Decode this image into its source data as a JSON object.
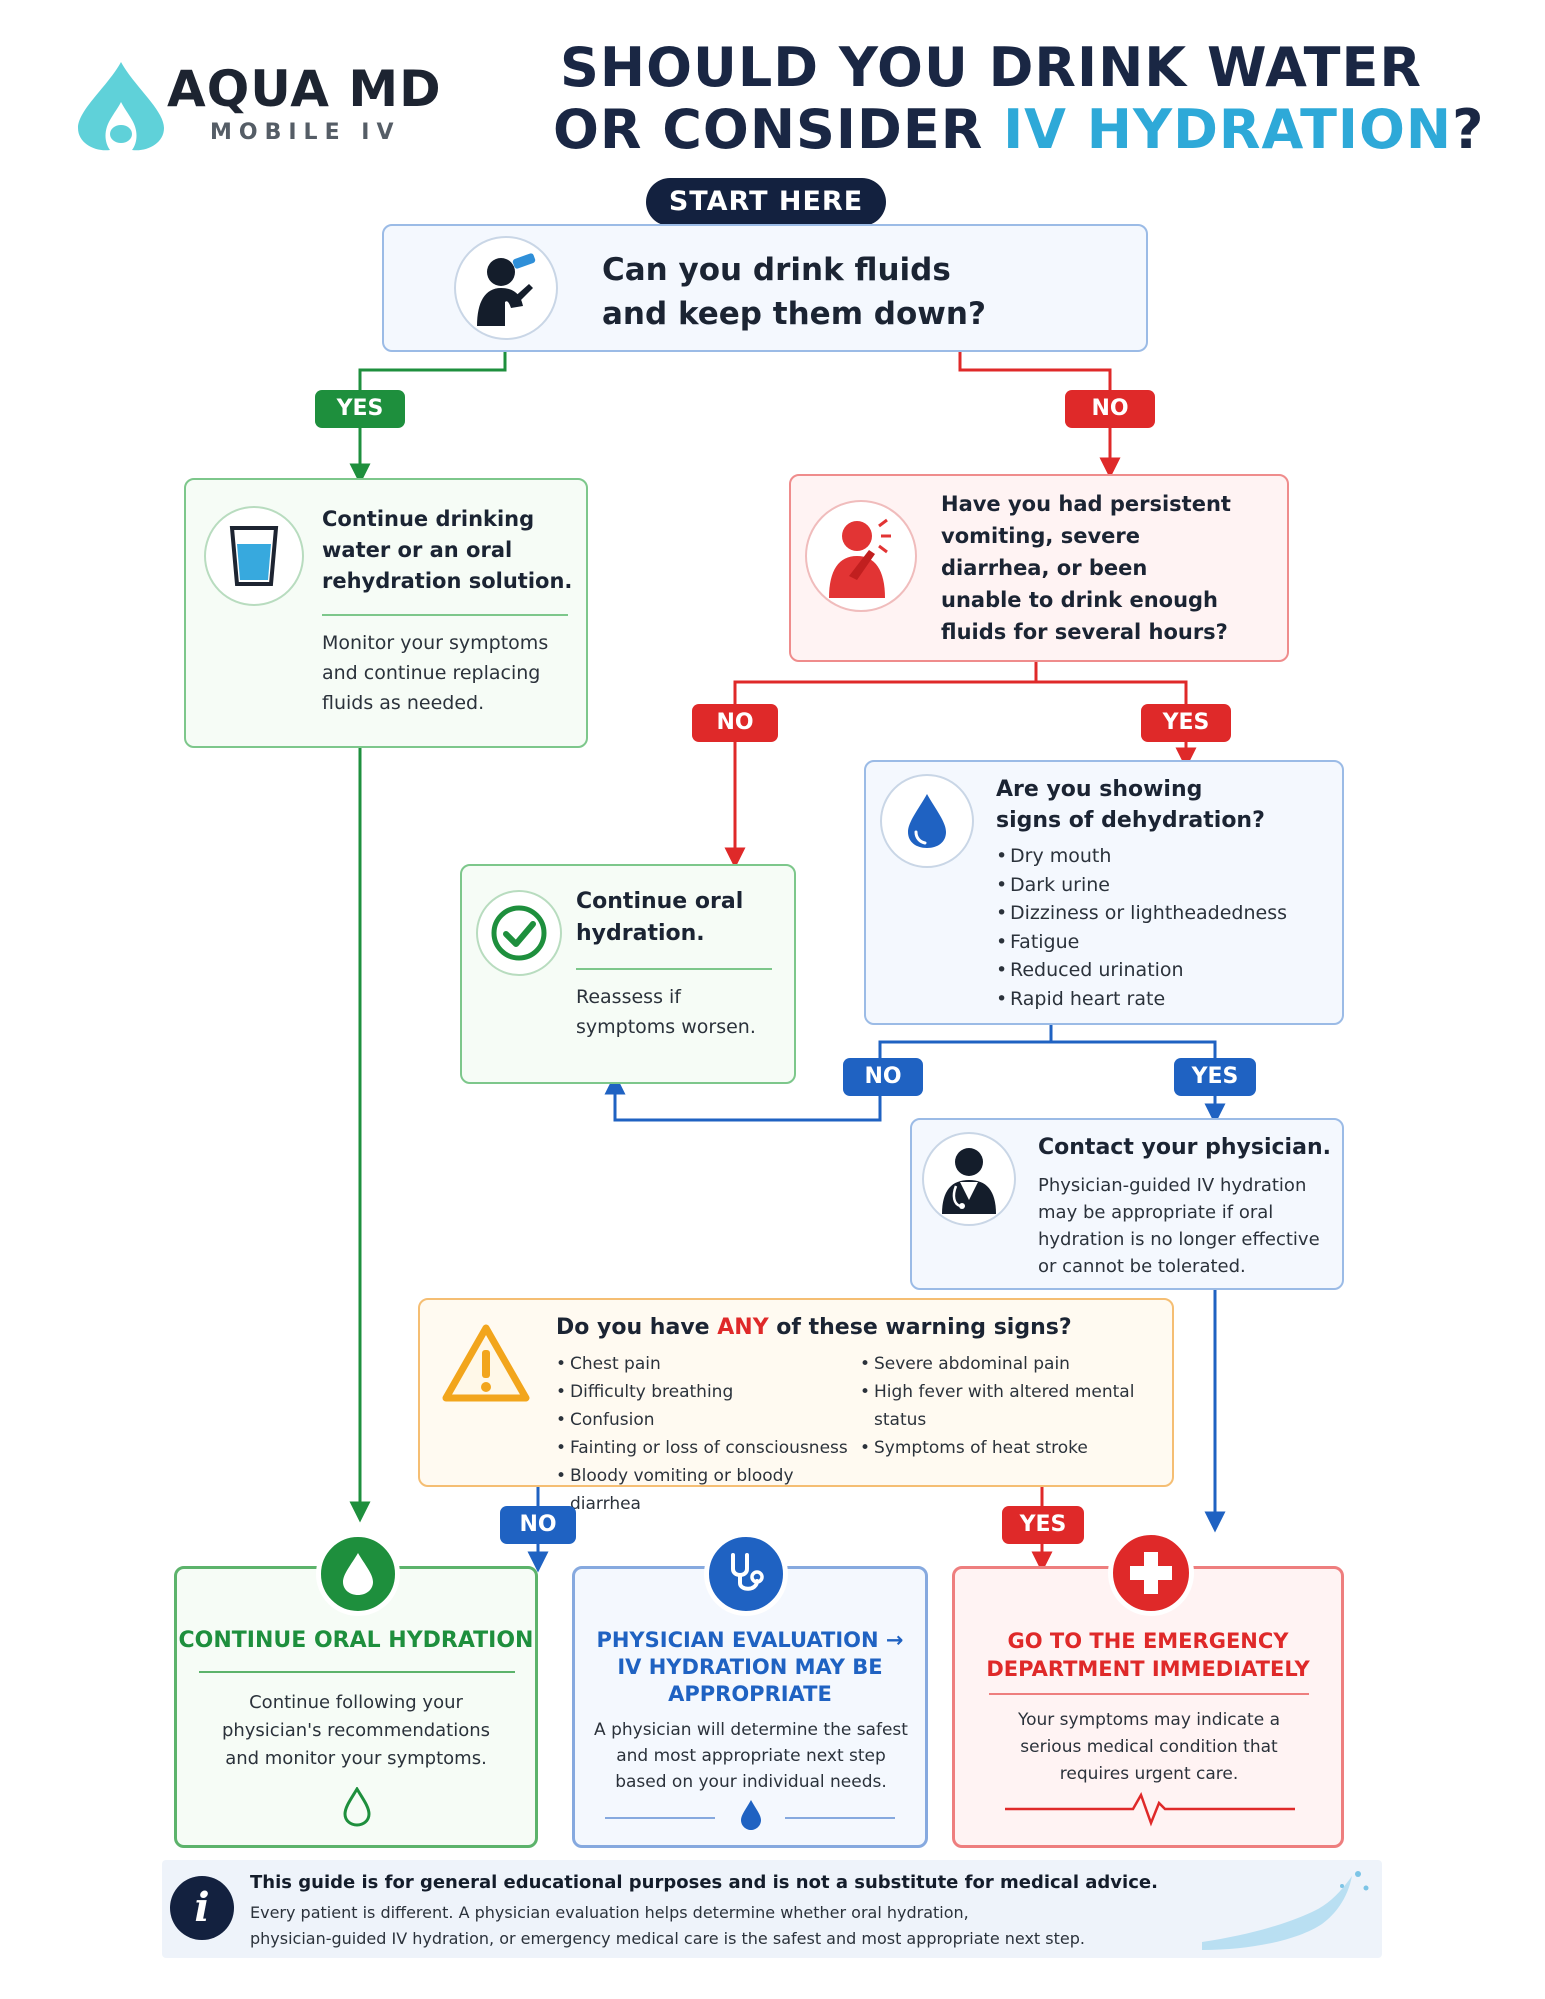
{
  "brand": {
    "name": "AQUA MD",
    "subtitle": "MOBILE IV",
    "color": "#5fd1d9"
  },
  "title": {
    "line1": "SHOULD YOU DRINK WATER",
    "line2_prefix": "OR CONSIDER ",
    "line2_accent": "IV HYDRATION",
    "line2_suffix": "?"
  },
  "start_label": "START HERE",
  "q1": {
    "line1": "Can you drink fluids",
    "line2": "and keep them down?"
  },
  "labels": {
    "yes": "YES",
    "no": "NO"
  },
  "oral_card": {
    "headline": "Continue drinking water or an oral rehydration solution.",
    "body": "Monitor your symptoms and continue replacing fluids as needed."
  },
  "q2": {
    "text": "Have you had persistent vomiting, severe diarrhea, or been unable to drink enough fluids for several hours?"
  },
  "continue_card": {
    "headline": "Continue oral hydration.",
    "body": "Reassess if symptoms worsen."
  },
  "dehydration": {
    "title": "Are you showing signs of dehydration?",
    "signs": [
      "Dry mouth",
      "Dark urine",
      "Dizziness or lightheadedness",
      "Fatigue",
      "Reduced urination",
      "Rapid heart rate"
    ]
  },
  "physician_card": {
    "title": "Contact your physician.",
    "body": "Physician-guided IV hydration may be appropriate if oral hydration is no longer effective or cannot be tolerated."
  },
  "warning": {
    "title_prefix": "Do you have ",
    "title_accent": "ANY",
    "title_suffix": " of these warning signs?",
    "left": [
      "Chest pain",
      "Difficulty breathing",
      "Confusion",
      "Fainting or loss of consciousness",
      "Bloody vomiting or bloody diarrhea"
    ],
    "right": [
      "Severe abdominal pain",
      "High fever with altered mental status",
      "Symptoms of heat stroke"
    ]
  },
  "outcomes": {
    "oral": {
      "title": "CONTINUE ORAL HYDRATION",
      "body": "Continue following your physician's recommendations and monitor your symptoms."
    },
    "physician": {
      "title": "PHYSICIAN EVALUATION → IV HYDRATION MAY BE APPROPRIATE",
      "body": "A physician will determine the safest and most appropriate next step based on your individual needs."
    },
    "emergency": {
      "title": "GO TO THE EMERGENCY DEPARTMENT IMMEDIATELY",
      "body": "Your symptoms may indicate a serious medical condition that requires urgent care."
    }
  },
  "footer": {
    "bold": "This guide is for general educational purposes and is not a substitute for medical advice.",
    "line1": "Every patient is different. A physician evaluation helps determine whether oral hydration,",
    "line2": "physician-guided IV hydration, or emergency medical care is the safest and most appropriate next step."
  },
  "colors": {
    "green": "#1e8f3d",
    "red": "#df2929",
    "blue": "#1f62c2",
    "navy": "#13213f",
    "orange": "#f2a51c",
    "accent": "#2ea9d8"
  }
}
